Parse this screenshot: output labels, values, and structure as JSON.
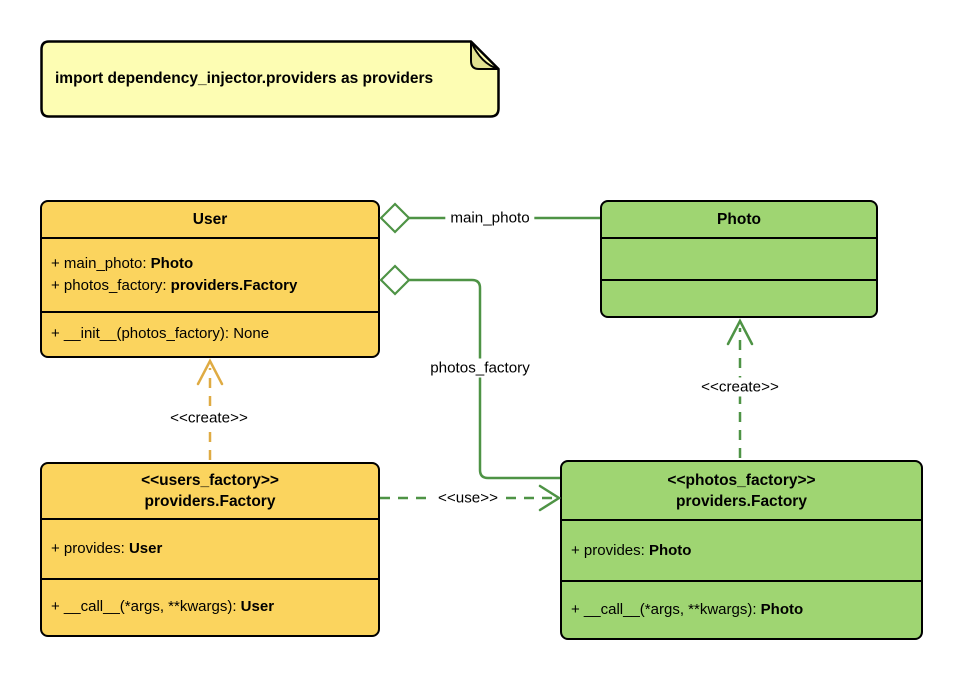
{
  "note": {
    "text": "import dependency_injector.providers as providers"
  },
  "classes": {
    "user": {
      "title": "User",
      "members": {
        "attr1": {
          "text": "+ main_photo: ",
          "bold": "Photo"
        },
        "attr2": {
          "text": "+ photos_factory: ",
          "bold": "providers.Factory"
        },
        "method1": {
          "text": "+ __init__(photos_factory): None",
          "bold": ""
        }
      }
    },
    "photo": {
      "title": "Photo"
    },
    "users_factory": {
      "stereotype": "<<users_factory>>",
      "title": "providers.Factory",
      "members": {
        "attr1": {
          "text": "+ provides: ",
          "bold": "User"
        },
        "method1": {
          "text": "+ __call__(*args, **kwargs): ",
          "bold": "User"
        }
      }
    },
    "photos_factory": {
      "stereotype": "<<photos_factory>>",
      "title": "providers.Factory",
      "members": {
        "attr1": {
          "text": "+ provides: ",
          "bold": "Photo"
        },
        "method1": {
          "text": "+ __call__(*args, **kwargs): ",
          "bold": "Photo"
        }
      }
    }
  },
  "connectors": {
    "main_photo": {
      "label": "main_photo",
      "type": "aggregation"
    },
    "photos_factory": {
      "label": "photos_factory",
      "type": "aggregation"
    },
    "use": {
      "label": "<<use>>",
      "type": "dependency"
    },
    "create_user": {
      "label": "<<create>>",
      "type": "dependency"
    },
    "create_photo": {
      "label": "<<create>>",
      "type": "dependency"
    }
  },
  "colors": {
    "class_yellow": "#FBD45E",
    "class_green": "#9FD572",
    "note_yellow": "#FDFDB3",
    "note_fold": "#E0E090",
    "connector_green": "#4E9345",
    "connector_gold": "#DFAB43",
    "border_black": "#000000"
  }
}
